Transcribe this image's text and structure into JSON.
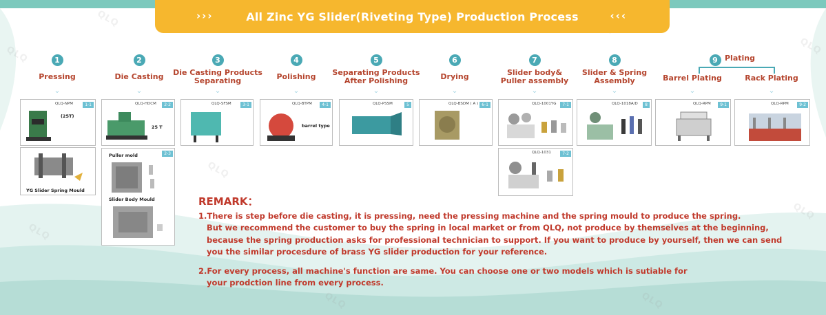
{
  "header": {
    "title": "All Zinc YG Slider(Riveting Type) Production Process",
    "left_arrows": "›››",
    "right_arrows": "‹‹‹"
  },
  "watermark": "QLQ",
  "steps": [
    {
      "num": "1",
      "name": "Pressing"
    },
    {
      "num": "2",
      "name": "Die Casting"
    },
    {
      "num": "3",
      "name": "Die Casting Products Separating"
    },
    {
      "num": "4",
      "name": "Polishing"
    },
    {
      "num": "5",
      "name": "Separating Products After Polishing"
    },
    {
      "num": "6",
      "name": "Drying"
    },
    {
      "num": "7",
      "name": "Slider body& Puller assembly"
    },
    {
      "num": "8",
      "name": "Slider & Spring Assembly"
    },
    {
      "num": "9",
      "name": "Plating"
    }
  ],
  "plating_sub": [
    "Barrel Plating",
    "Rack Plating"
  ],
  "chevron": "⌄",
  "cards": [
    {
      "code": "QLQ-NPM",
      "tag": "1-1",
      "label": "(25T)"
    },
    {
      "code": "",
      "tag": "",
      "label": "YG Slider Spring Mould"
    },
    {
      "code": "QLQ-HDCM",
      "tag": "2-2",
      "label": "25 T"
    },
    {
      "code": "",
      "tag": "2-3",
      "label": "Puller mold",
      "label2": "Slider Body Mould"
    },
    {
      "code": "QLQ-SFSM",
      "tag": "3-1",
      "label": ""
    },
    {
      "code": "QLQ-BTPM",
      "tag": "4-1",
      "label": "barrel type"
    },
    {
      "code": "QLQ-PSSM",
      "tag": "5",
      "label": ""
    },
    {
      "code": "QLQ-BSDM ( A )",
      "tag": "6-1",
      "label": ""
    },
    {
      "code": "QLQ-1001YG",
      "tag": "7-1",
      "label": ""
    },
    {
      "code": "QLQ-1031",
      "tag": "7-2",
      "label": ""
    },
    {
      "code": "QLQ-1018A/D",
      "tag": "8",
      "label": ""
    },
    {
      "code": "QLQ-RPM",
      "tag": "9-1",
      "label": ""
    },
    {
      "code": "QLQ-RPM",
      "tag": "9-2",
      "label": ""
    }
  ],
  "remark": {
    "title": "REMARK：",
    "lines": [
      "1.There is step before die casting, it is pressing, need the pressing machine and the spring mould to produce the  spring.",
      "But we recommend the customer to buy the spring in local market or from QLQ, not produce by themselves at the beginning,",
      "because the spring production asks for professional technician to support. If you want to produce by yourself, then we can send",
      "you the similar procesdure of brass YG slider production for your reference.",
      "2.For every process, all machine's function are same. You can choose one or two models which is sutiable for",
      "your prodction line from every process."
    ]
  },
  "colors": {
    "banner": "#f6b72e",
    "teal": "#7cc9bd",
    "step_circle": "#4aa9b5",
    "step_text": "#b5452e",
    "remark": "#c0392b",
    "tag": "#6ec1d3"
  }
}
